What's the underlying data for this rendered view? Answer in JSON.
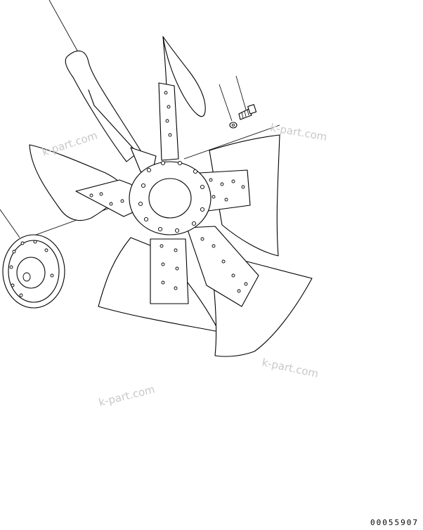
{
  "drawing": {
    "document_number": "00055907",
    "watermarks": [
      "k-part.com",
      "k-part.com",
      "k-part.com",
      "k-part.com"
    ]
  },
  "parts": {
    "fan": "fan-assembly",
    "pulley": "fan-pulley",
    "washer": "washer",
    "bolt": "bolt"
  }
}
